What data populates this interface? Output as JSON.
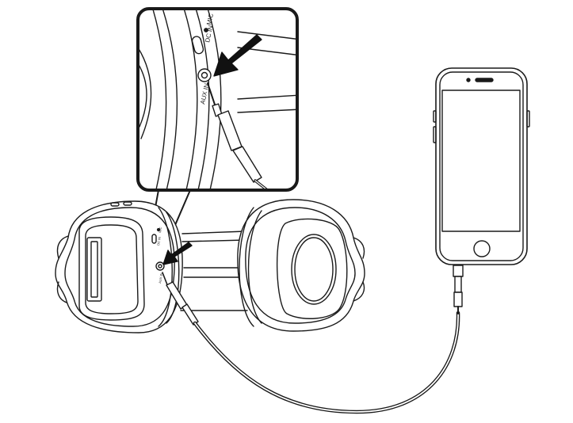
{
  "labels": {
    "dc_in": "DC IN",
    "mic": "MIC",
    "aux_in": "AUX IN",
    "dc_in_small": "DC IN",
    "mic_small": "MIC",
    "aux_in_small": "AUX IN"
  },
  "icons": {
    "arrow": "arrow-icon",
    "headphones": "headphones-icon",
    "phone": "smartphone-icon",
    "cable": "audio-cable-icon"
  },
  "colors": {
    "stroke": "#1a1a1a",
    "fill": "#ffffff",
    "arrow": "#111111"
  }
}
